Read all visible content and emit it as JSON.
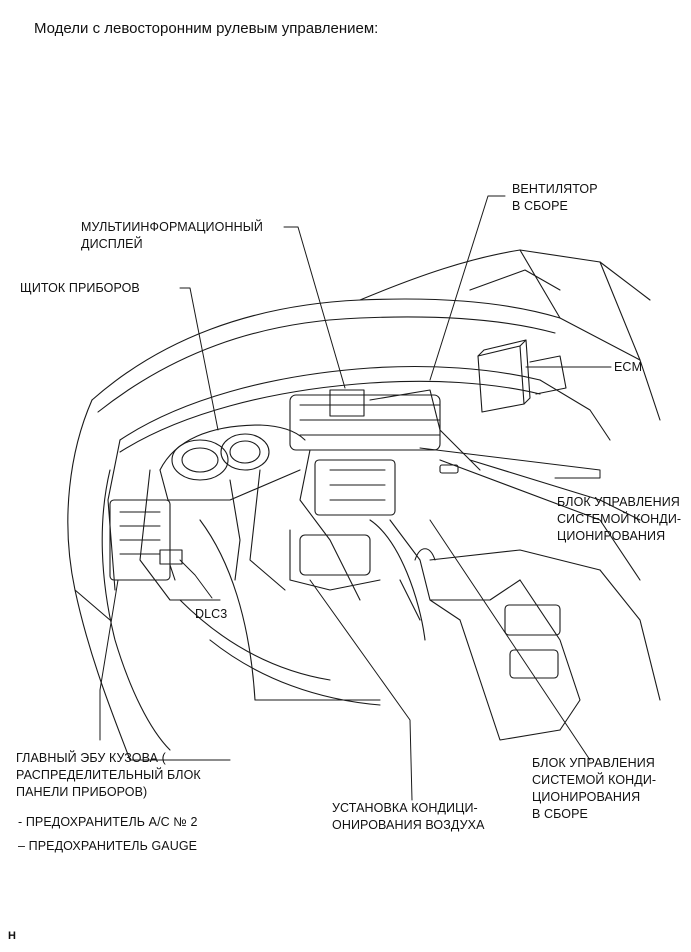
{
  "heading": "Модели с левосторонним рулевым управлением:",
  "labels": {
    "blower": [
      "ВЕНТИЛЯТОР",
      "В СБОРЕ"
    ],
    "multi_display": [
      "МУЛЬТИИНФОРМАЦИОННЫЙ",
      "ДИСПЛЕЙ"
    ],
    "combination_meter": [
      "ЩИТОК ПРИБОРОВ"
    ],
    "ecm": [
      "ECM"
    ],
    "ac_control_top": [
      "БЛОК УПРАВЛЕНИЯ",
      "СИСТЕМОЙ КОНДИ-",
      "ЦИОНИРОВАНИЯ"
    ],
    "dlc3": [
      "DLC3"
    ],
    "main_body_ecu": [
      "ГЛАВНЫЙ ЭБУ КУЗОВА (",
      "РАСПРЕДЕЛИТЕЛЬНЫЙ БЛОК",
      "ПАНЕЛИ ПРИБОРОВ)"
    ],
    "fuse_ac2": "- ПРЕДОХРАНИТЕЛЬ A/C № 2",
    "fuse_gauge": "– ПРЕДОХРАНИТЕЛЬ GAUGE",
    "ac_unit": [
      "УСТАНОВКА КОНДИЦИ-",
      "ОНИРОВАНИЯ ВОЗДУХА"
    ],
    "ac_control_assy": [
      "БЛОК УПРАВЛЕНИЯ",
      "СИСТЕМОЙ КОНДИ-",
      "ЦИОНИРОВАНИЯ",
      "В СБОРЕ"
    ]
  },
  "corner_mark": "H"
}
